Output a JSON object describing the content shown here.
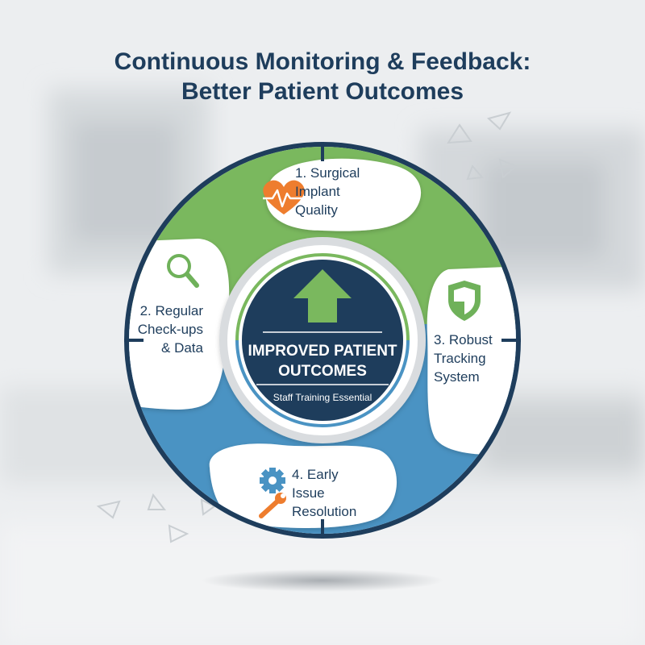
{
  "title": {
    "line1": "Continuous Monitoring & Feedback:",
    "line2": "Better Patient Outcomes"
  },
  "center": {
    "heading_line1": "IMPROVED PATIENT",
    "heading_line2": "OUTCOMES",
    "subtitle": "Staff Training Essential",
    "icon": "arrow-up-icon"
  },
  "segments": [
    {
      "lines": [
        "1. Surgical",
        "Implant",
        "Quality"
      ],
      "icon": "heart-pulse-icon"
    },
    {
      "lines": [
        "2. Regular",
        "Check-ups",
        "& Data"
      ],
      "icon": "magnifier-icon"
    },
    {
      "lines": [
        "3. Robust",
        "Tracking",
        "System"
      ],
      "icon": "shield-icon"
    },
    {
      "lines": [
        "4. Early",
        "Issue",
        "Resolution"
      ],
      "icon": "gear-wrench-icon"
    }
  ],
  "colors": {
    "navy": "#1e3d5c",
    "green": "#7ab85e",
    "blue": "#4a93c3",
    "orange": "#ee7d2e",
    "white": "#ffffff"
  }
}
